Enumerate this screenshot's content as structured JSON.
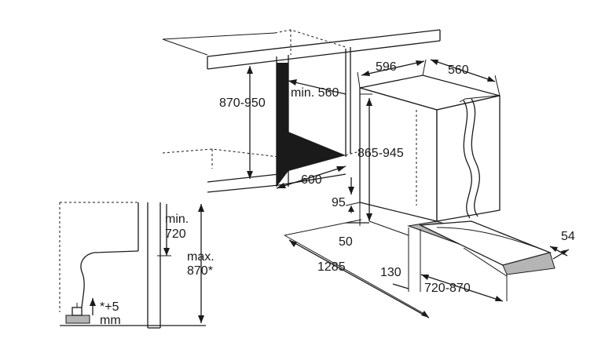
{
  "labels": {
    "dim_596": "596",
    "dim_560_top": "560",
    "dim_870_950": "870-950",
    "dim_min_560": "min. 560",
    "dim_865_945": "865-945",
    "dim_600": "600",
    "dim_95": "95",
    "dim_50": "50",
    "dim_1285": "1285",
    "dim_130": "130",
    "dim_720_870": "720-870",
    "dim_54": "54",
    "min_label": "min.",
    "min_value": "720",
    "max_label": "max.",
    "max_value": "870*",
    "adjust_label": "*+5",
    "adjust_unit": "mm"
  },
  "colors": {
    "line": "#1a1a1a",
    "cavity": "#1a1a1a",
    "panel": "#b5b5b5"
  }
}
